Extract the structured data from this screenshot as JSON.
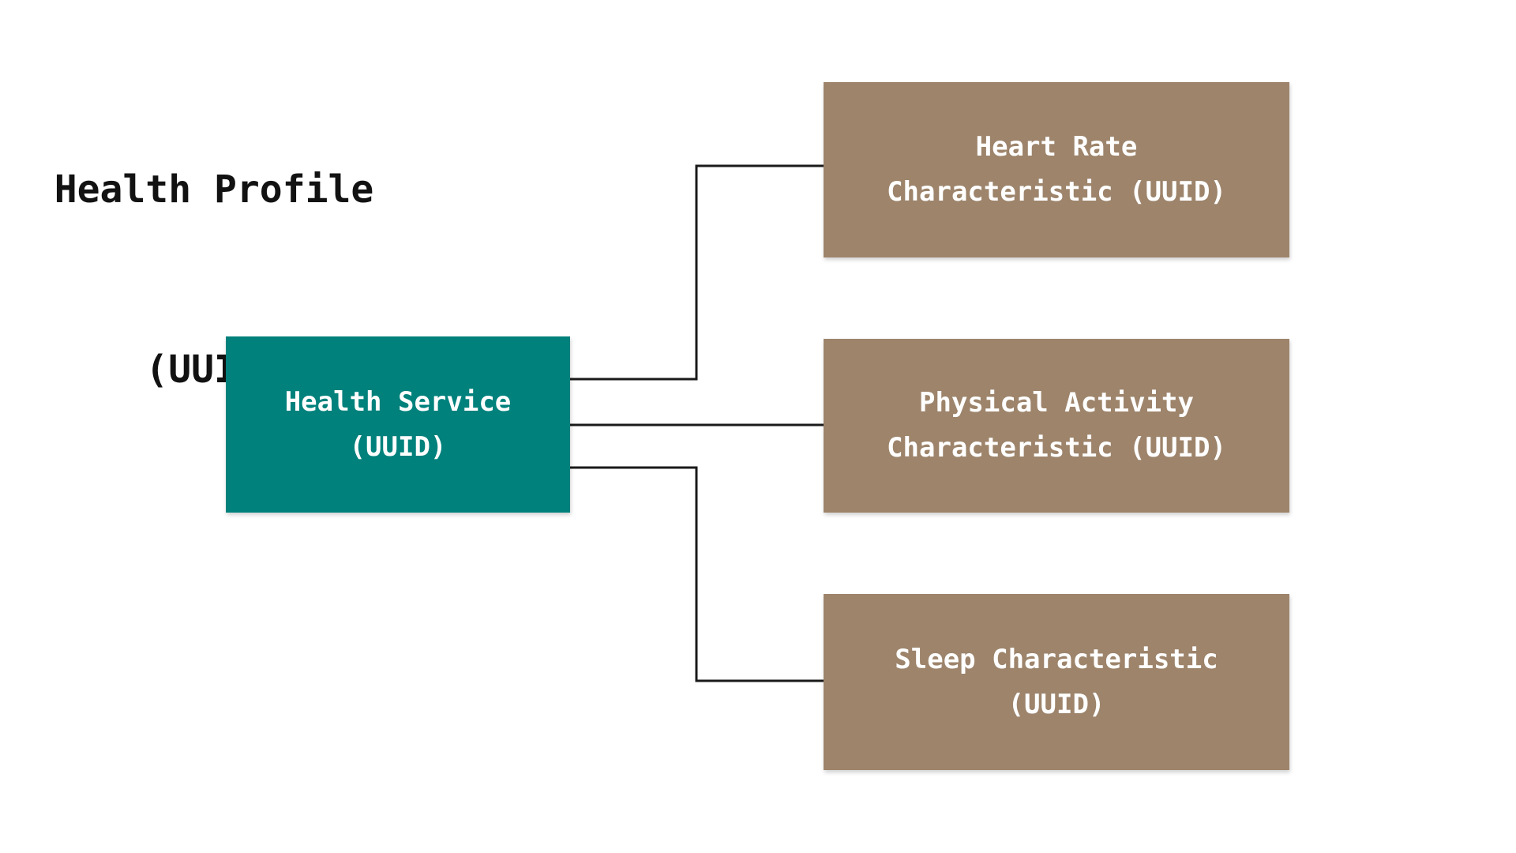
{
  "title": {
    "line1": "Health Profile",
    "line2": "(UUID)"
  },
  "nodes": {
    "service": {
      "line1": "Health Service",
      "line2": "(UUID)",
      "color": "#00817C",
      "text_color": "#FFFFFF"
    },
    "heart_rate": {
      "line1": "Heart Rate",
      "line2": "Characteristic (UUID)",
      "color": "#9D846B",
      "text_color": "#FFFFFF"
    },
    "physical_activity": {
      "line1": "Physical Activity",
      "line2": "Characteristic (UUID)",
      "color": "#9D846B",
      "text_color": "#FFFFFF"
    },
    "sleep": {
      "line1": "Sleep Characteristic",
      "line2": "(UUID)",
      "color": "#9D846B",
      "text_color": "#FFFFFF"
    }
  },
  "edges": [
    {
      "from": "Health Service (UUID)",
      "to": "Heart Rate Characteristic (UUID)"
    },
    {
      "from": "Health Service (UUID)",
      "to": "Physical Activity Characteristic (UUID)"
    },
    {
      "from": "Health Service (UUID)",
      "to": "Sleep Characteristic (UUID)"
    }
  ],
  "colors": {
    "background": "#FFFFFF",
    "connector": "#1A1A1A",
    "title_text": "#121212"
  }
}
